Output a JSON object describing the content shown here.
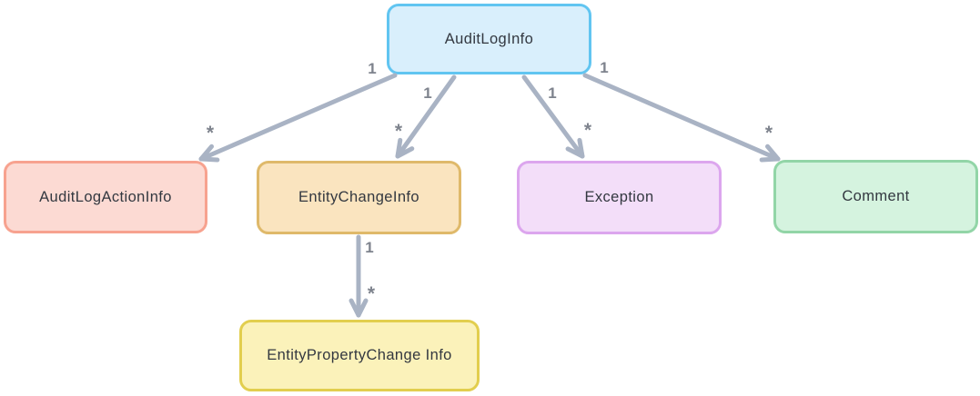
{
  "diagram": {
    "background_color": "#ffffff",
    "arrow_color": "#a9b3c4",
    "edge_label_color": "#7e838d",
    "node_text_color": "#333840",
    "nodes": [
      {
        "id": "audit-log-info",
        "label": "AuditLogInfo",
        "fill": "#d9effc",
        "border": "#61c5f1"
      },
      {
        "id": "audit-log-action-info",
        "label": "AuditLogActionInfo",
        "fill": "#fcdad3",
        "border": "#f7a28f"
      },
      {
        "id": "entity-change-info",
        "label": "EntityChangeInfo",
        "fill": "#fae4bf",
        "border": "#dfb96a"
      },
      {
        "id": "exception",
        "label": "Exception",
        "fill": "#f3def9",
        "border": "#dca6ee"
      },
      {
        "id": "comment",
        "label": "Comment",
        "fill": "#d5f3df",
        "border": "#92d5a7"
      },
      {
        "id": "entity-property-change-info",
        "label": "EntityPropertyChange Info",
        "fill": "#fbf2ba",
        "border": "#e2ce4e"
      }
    ],
    "edges": [
      {
        "from": "audit-log-info",
        "to": "audit-log-action-info",
        "source_label": "1",
        "target_label": "*"
      },
      {
        "from": "audit-log-info",
        "to": "entity-change-info",
        "source_label": "1",
        "target_label": "*"
      },
      {
        "from": "audit-log-info",
        "to": "exception",
        "source_label": "1",
        "target_label": "*"
      },
      {
        "from": "audit-log-info",
        "to": "comment",
        "source_label": "1",
        "target_label": "*"
      },
      {
        "from": "entity-change-info",
        "to": "entity-property-change-info",
        "source_label": "1",
        "target_label": "*"
      }
    ]
  }
}
